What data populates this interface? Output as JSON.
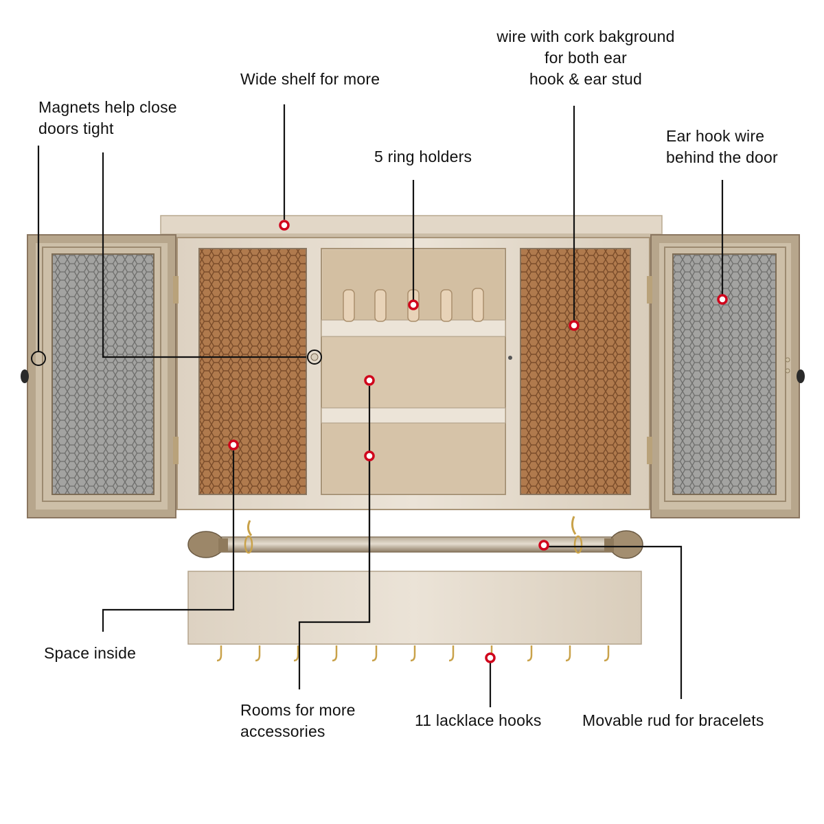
{
  "colors": {
    "line": "#111111",
    "marker": "#d0021b",
    "wood_light": "#e6dccf",
    "wood_mid": "#d8cbb8",
    "wood_dark": "#a89478",
    "cork": "#b07a4d",
    "cork_dark": "#8a5a33",
    "mesh_grey": "#9a9a98",
    "brass": "#c9a24a"
  },
  "callouts": {
    "magnets": {
      "lines": [
        "Magnets help close",
        "doors tight"
      ]
    },
    "wide_shelf": {
      "lines": [
        "Wide shelf for more"
      ]
    },
    "ring_holders": {
      "lines": [
        "5 ring holders"
      ]
    },
    "cork_wire": {
      "lines": [
        "wire with cork bakground",
        "for both ear",
        "hook & ear stud"
      ]
    },
    "ear_hook_wire": {
      "lines": [
        "Ear hook wire",
        "behind the door"
      ]
    },
    "space_inside": {
      "lines": [
        "Space inside"
      ]
    },
    "rooms": {
      "lines": [
        "Rooms for more",
        "accessories"
      ]
    },
    "hooks": {
      "lines": [
        "11 lacklace hooks"
      ]
    },
    "rod": {
      "lines": [
        "Movable rud for bracelets"
      ]
    }
  },
  "icons": {
    "marker": "red-ring-marker-icon",
    "magnet": "magnet-circle-icon"
  }
}
